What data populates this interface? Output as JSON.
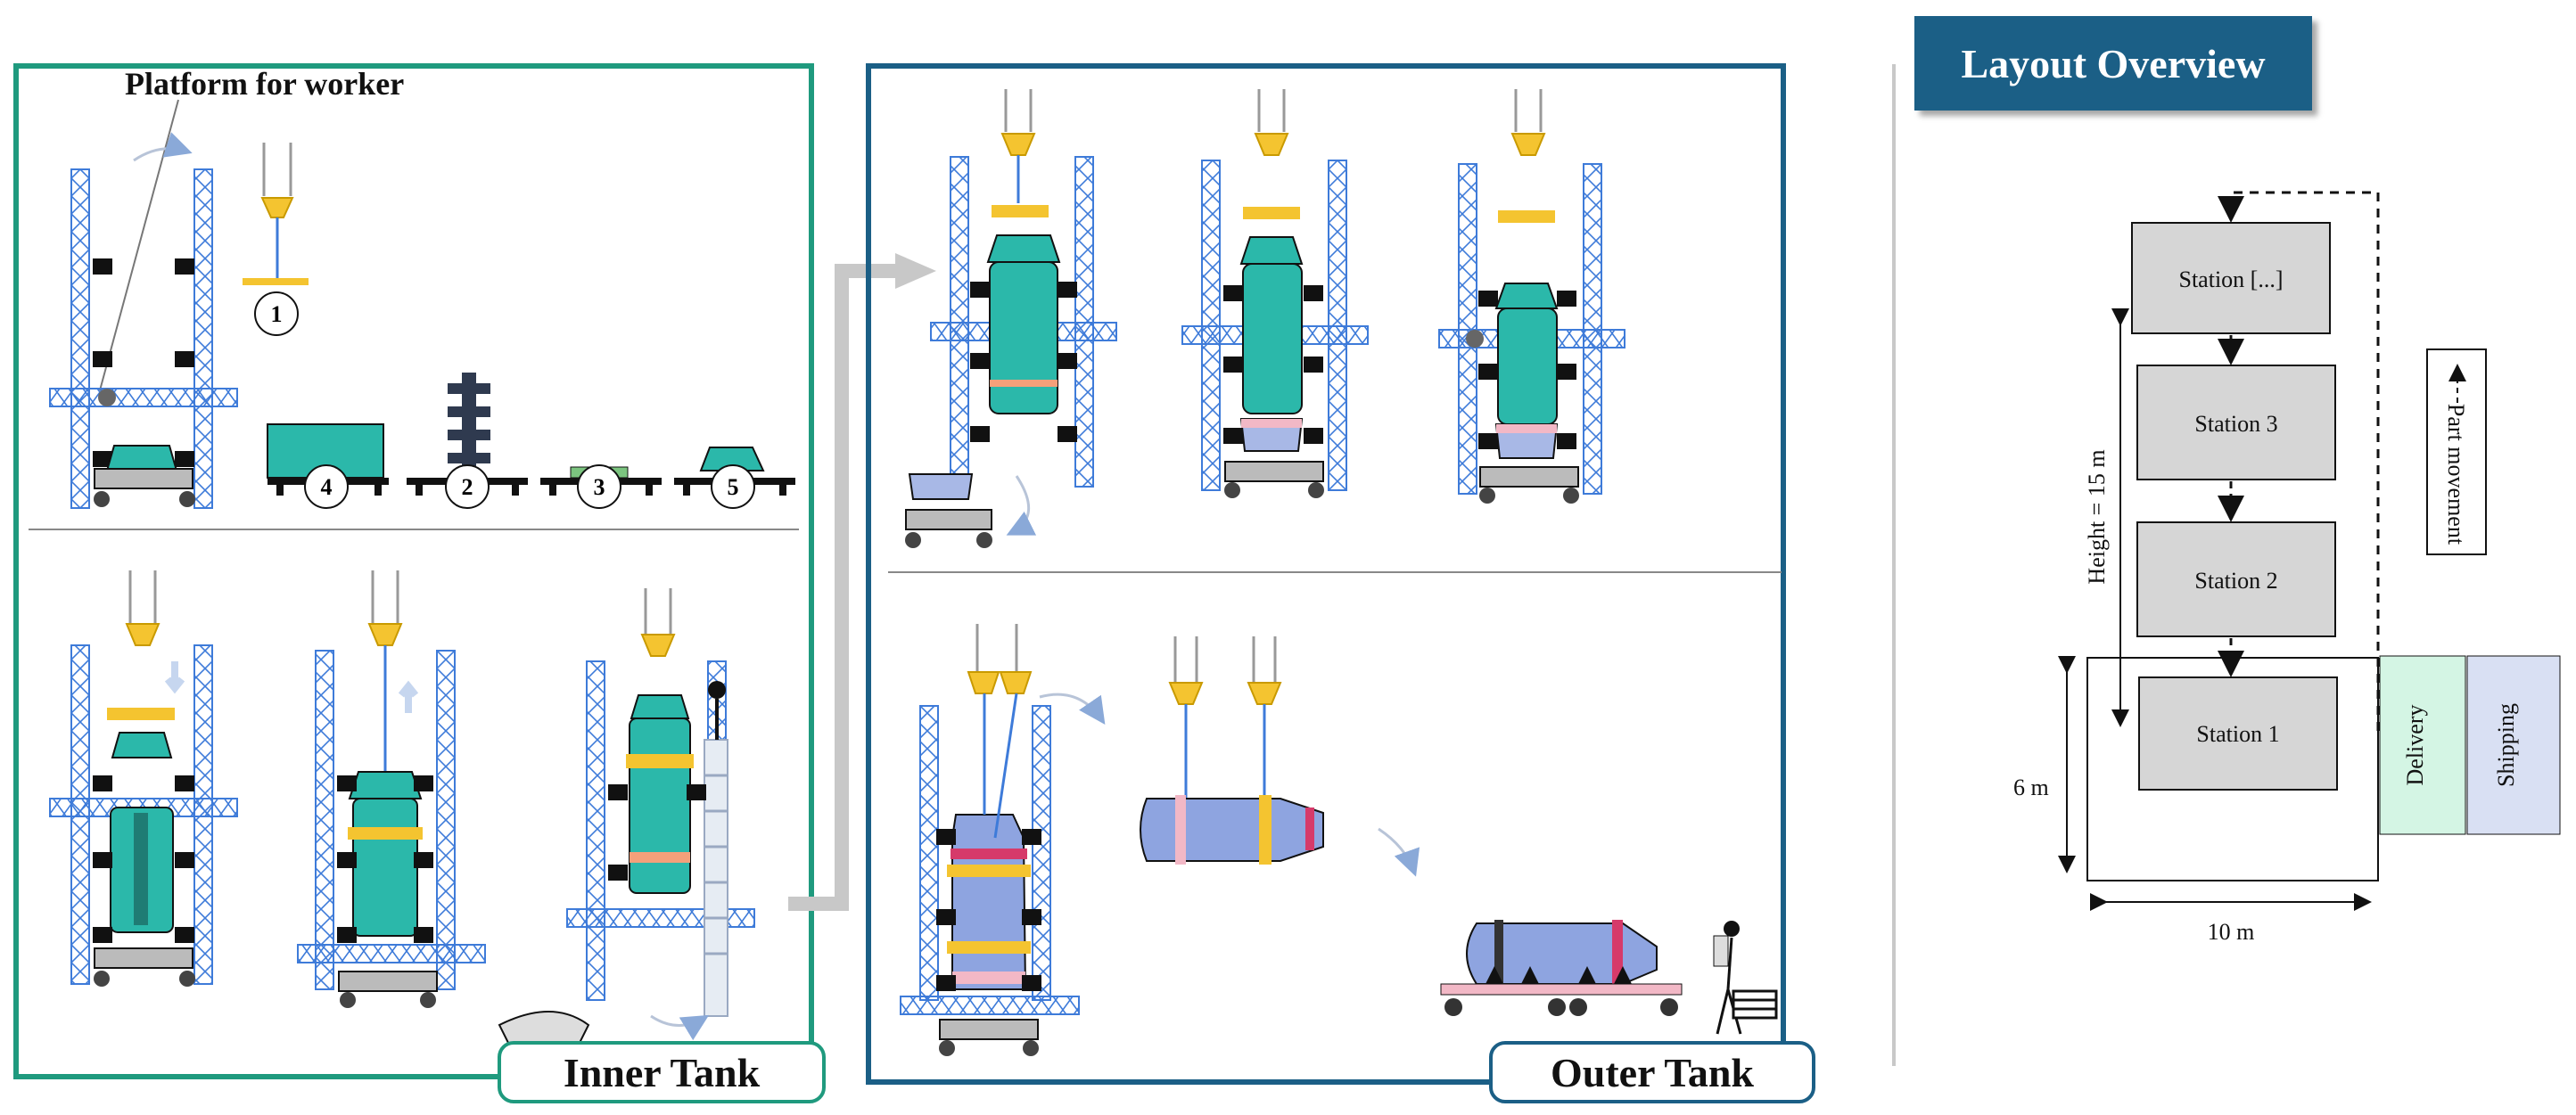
{
  "colors": {
    "inner_border": "#1f9a7e",
    "outer_border": "#1b5f86",
    "scaffold": "#3e7bd9",
    "crane": "#f4c430",
    "teal": "#2bb8aa",
    "tank_blue": "#8ea4e0",
    "pink": "#f2b8c6",
    "station": "#d6d6d6",
    "delivery": "#d4f5e4",
    "shipping": "#d9e0f3",
    "arrow_gray": "#c8c8c8"
  },
  "inner": {
    "platform_label": "Platform for worker",
    "tag": "Inner Tank",
    "numbers": [
      "1",
      "4",
      "2",
      "3",
      "5"
    ]
  },
  "outer": {
    "tag": "Outer Tank"
  },
  "overview": {
    "title": "Layout Overview",
    "stations": [
      "Station [...]",
      "Station 3",
      "Station 2",
      "Station 1"
    ],
    "delivery": "Delivery",
    "shipping": "Shipping",
    "height": "Height = 15 m",
    "width_small": "6 m",
    "width": "10 m",
    "legend": "Part movement"
  }
}
